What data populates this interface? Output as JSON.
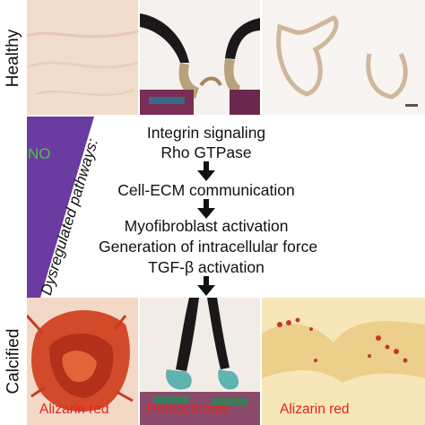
{
  "rows": {
    "healthy": "Healthy",
    "calcified": "Calcified"
  },
  "indicator": {
    "label": "NO",
    "label_color": "#4fbf3f",
    "fill_color": "#6a3ba0"
  },
  "pathways_label": "Dysregulated pathways:",
  "pathway_steps": [
    "Integrin signaling",
    "Rho GTPase",
    "Cell-ECM communication",
    "Myofibroblast activation",
    "Generation of intracellular force",
    "TGF-β activation"
  ],
  "stains": [
    "Alizarin red",
    "Pentachrome",
    "Alizarin red"
  ],
  "colors": {
    "stain_label": "#e8211b",
    "arrow": "#111111"
  }
}
